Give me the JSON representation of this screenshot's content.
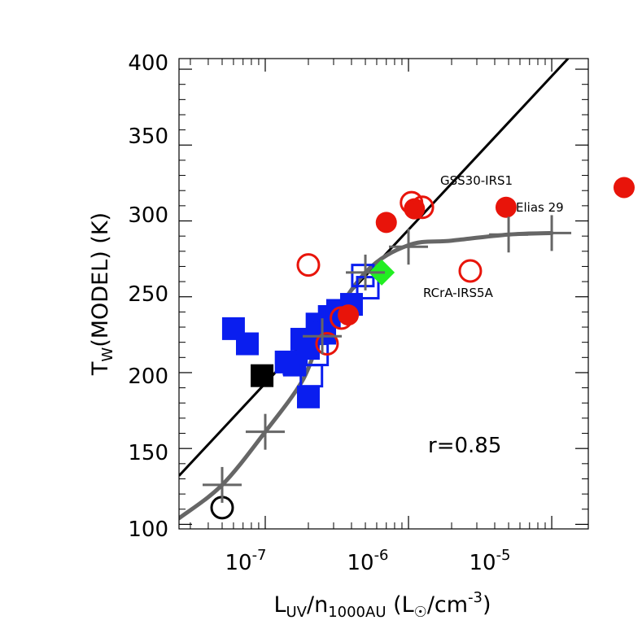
{
  "chart_data": {
    "type": "scatter",
    "title": "",
    "xscale": "log",
    "xlim": [
      2.5e-08,
      1.8e-05
    ],
    "ylim": [
      97,
      407
    ],
    "x_tick_labels": [
      "10",
      "10",
      "10"
    ],
    "x_tick_exponents": [
      "-7",
      "-6",
      "-5"
    ],
    "x_ticks": [
      1e-07,
      1e-06,
      1e-05
    ],
    "y_ticks": [
      100,
      150,
      200,
      250,
      300,
      350,
      400
    ],
    "y_tick_labels": [
      "100",
      "150",
      "200",
      "250",
      "300",
      "350",
      "400"
    ],
    "xlabel": {
      "main": "L",
      "sub1": "UV",
      "mid": "/n",
      "sub2": "1000AU",
      "paren_open": " (L",
      "sun": "☉",
      "unit": "/cm",
      "exp": "-3",
      "paren_close": ")"
    },
    "ylabel": {
      "main": "T",
      "sub": "W",
      "rest": "(MODEL)  (K)"
    },
    "annotations": {
      "correlation": "r=0.85",
      "gss30": "GSS30-IRS1",
      "elias29": "Elias 29",
      "rcra": "RCrA-IRS5A"
    },
    "fit_line": {
      "color": "#000000",
      "points": [
        [
          2.5e-08,
          132
        ],
        [
          1.3e-05,
          407
        ]
      ]
    },
    "model_curve": {
      "color": "#666666",
      "points": [
        [
          2.5e-08,
          104
        ],
        [
          5e-08,
          126
        ],
        [
          1e-07,
          161
        ],
        [
          1.8e-07,
          194
        ],
        [
          2.5e-07,
          224
        ],
        [
          5e-07,
          266
        ],
        [
          1e-06,
          284
        ],
        [
          2e-06,
          287
        ],
        [
          5e-06,
          291
        ],
        [
          1e-05,
          292
        ]
      ],
      "crosses": [
        [
          5e-08,
          126
        ],
        [
          1e-07,
          161
        ],
        [
          2.5e-07,
          224
        ],
        [
          5e-07,
          266
        ],
        [
          1e-06,
          283
        ],
        [
          5e-06,
          291
        ],
        [
          1e-05,
          292
        ]
      ]
    },
    "series": [
      {
        "marker": "filled-square",
        "color": "#0a1eef",
        "points": [
          [
            6e-08,
            229
          ],
          [
            7.5e-08,
            219
          ],
          [
            1.4e-07,
            207
          ],
          [
            1.6e-07,
            205
          ],
          [
            1.8e-07,
            222
          ],
          [
            2e-07,
            216
          ],
          [
            2.3e-07,
            232
          ],
          [
            2.6e-07,
            226
          ],
          [
            2.8e-07,
            237
          ],
          [
            3.2e-07,
            241
          ],
          [
            4e-07,
            245
          ],
          [
            2e-07,
            184
          ]
        ]
      },
      {
        "marker": "open-square",
        "color": "#0a1eef",
        "points": [
          [
            1.6e-07,
            206
          ],
          [
            2.1e-07,
            198
          ],
          [
            2.3e-07,
            212
          ],
          [
            4.8e-07,
            264
          ],
          [
            5.2e-07,
            256
          ]
        ]
      },
      {
        "marker": "filled-circle",
        "color": "#e8140a",
        "points": [
          [
            3.8e-07,
            238
          ],
          [
            7e-07,
            299
          ],
          [
            1.1e-06,
            308
          ],
          [
            4.8e-06,
            309
          ],
          [
            3.2e-05,
            322
          ]
        ]
      },
      {
        "marker": "open-circle",
        "color": "#e8140a",
        "points": [
          [
            2e-07,
            271
          ],
          [
            2.7e-07,
            219
          ],
          [
            3.4e-07,
            236
          ],
          [
            1.05e-06,
            312
          ],
          [
            1.25e-06,
            309
          ],
          [
            2.7e-06,
            267
          ]
        ]
      },
      {
        "marker": "filled-square",
        "color": "#000000",
        "points": [
          [
            9.5e-08,
            198
          ]
        ]
      },
      {
        "marker": "open-circle",
        "color": "#000000",
        "points": [
          [
            5e-08,
            111
          ]
        ]
      },
      {
        "marker": "filled-diamond",
        "color": "#22ee22",
        "points": [
          [
            6.5e-07,
            266
          ]
        ]
      }
    ]
  }
}
